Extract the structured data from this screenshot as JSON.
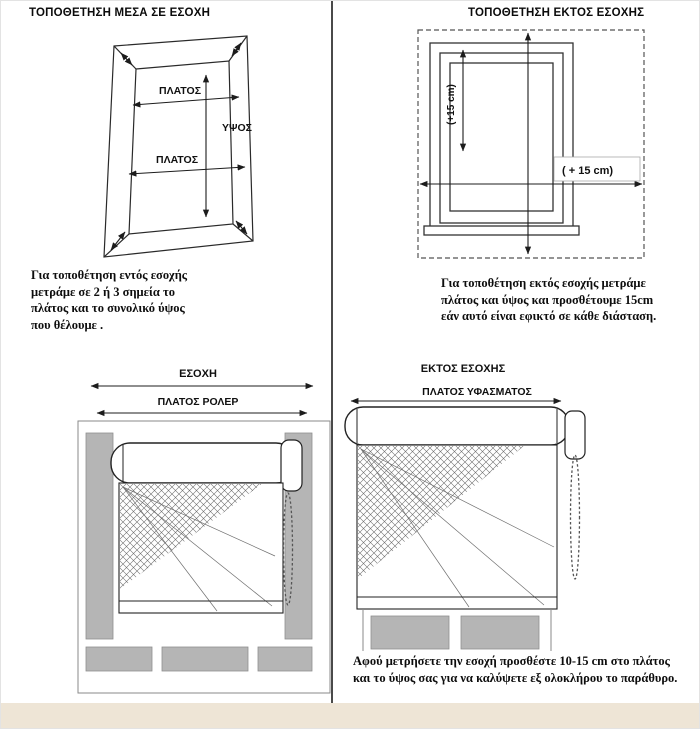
{
  "colors": {
    "divider": "#4a4a4a",
    "wall_gray": "#b5b5b5",
    "footer_strip": "#eee5d6",
    "line": "#1c1c1c"
  },
  "inside": {
    "title": "ΤΟΠΟΘΕΤΗΣΗ ΜΕΣΑ ΣΕ ΕΣΟΧΗ",
    "width_label_top": "ΠΛΑΤΟΣ",
    "height_label": "ΥΨΟΣ",
    "width_label_bottom": "ΠΛΑΤΟΣ",
    "caption": "Για τοποθέτηση εντός εσοχής μετράμε σε 2 ή 3 σημεία το πλάτος και το συνολικό ύψος που θέλουμε ."
  },
  "outside": {
    "title": "ΤΟΠΟΘΕΤΗΣΗ ΕΚΤΟΣ ΕΣΟΧΗΣ",
    "plus15_vertical": "(+15 cm)",
    "plus15_horizontal": "( + 15 cm)",
    "caption": "Για τοποθέτηση εκτός εσοχής μετράμε πλάτος και ύψος και προσθέτουμε 15cm εάν αυτό είναι εφικτό σε κάθε διάσταση."
  },
  "recess_detail": {
    "recess_label": "ΕΣΟΧΗ",
    "roller_width_label": "ΠΛΑΤΟΣ ΡΟΛΕΡ"
  },
  "outside_detail": {
    "title": "ΕΚΤΟΣ ΕΣΟΧΗΣ",
    "fabric_width_label": "ΠΛΑΤΟΣ ΥΦΑΣΜΑΤΟΣ",
    "caption": "Αφού μετρήσετε την εσοχή προσθέστε 10-15 cm στο πλάτος και το ύψος σας για να καλύψετε εξ ολοκλήρου το παράθυρο."
  }
}
